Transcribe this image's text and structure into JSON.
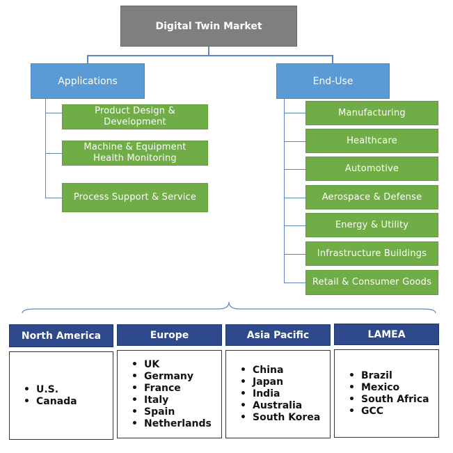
{
  "root": {
    "label": "Digital Twin Market"
  },
  "applications": {
    "label": "Applications",
    "items": [
      "Product Design &\nDevelopment",
      "Machine & Equipment\nHealth Monitoring",
      "Process Support & Service"
    ]
  },
  "end_use": {
    "label": "End-Use",
    "items": [
      "Manufacturing",
      "Healthcare",
      "Automotive",
      "Aerospace & Defense",
      "Energy & Utility",
      "Infrastructure Buildings",
      "Retail & Consumer Goods"
    ]
  },
  "regions": [
    {
      "name": "North America",
      "countries": [
        "U.S.",
        "Canada"
      ]
    },
    {
      "name": "Europe",
      "countries": [
        "UK",
        "Germany",
        "France",
        "Italy",
        "Spain",
        "Netherlands"
      ]
    },
    {
      "name": "Asia Pacific",
      "countries": [
        "China",
        "Japan",
        "India",
        "Australia",
        "South Korea"
      ]
    },
    {
      "name": "LAMEA",
      "countries": [
        "Brazil",
        "Mexico",
        "South Africa",
        "GCC"
      ]
    }
  ],
  "colors": {
    "root": "#7f7f7f",
    "category": "#5b9bd5",
    "item": "#70ad47",
    "region_header": "#2e4a8c",
    "connector": "#5b86c4"
  }
}
